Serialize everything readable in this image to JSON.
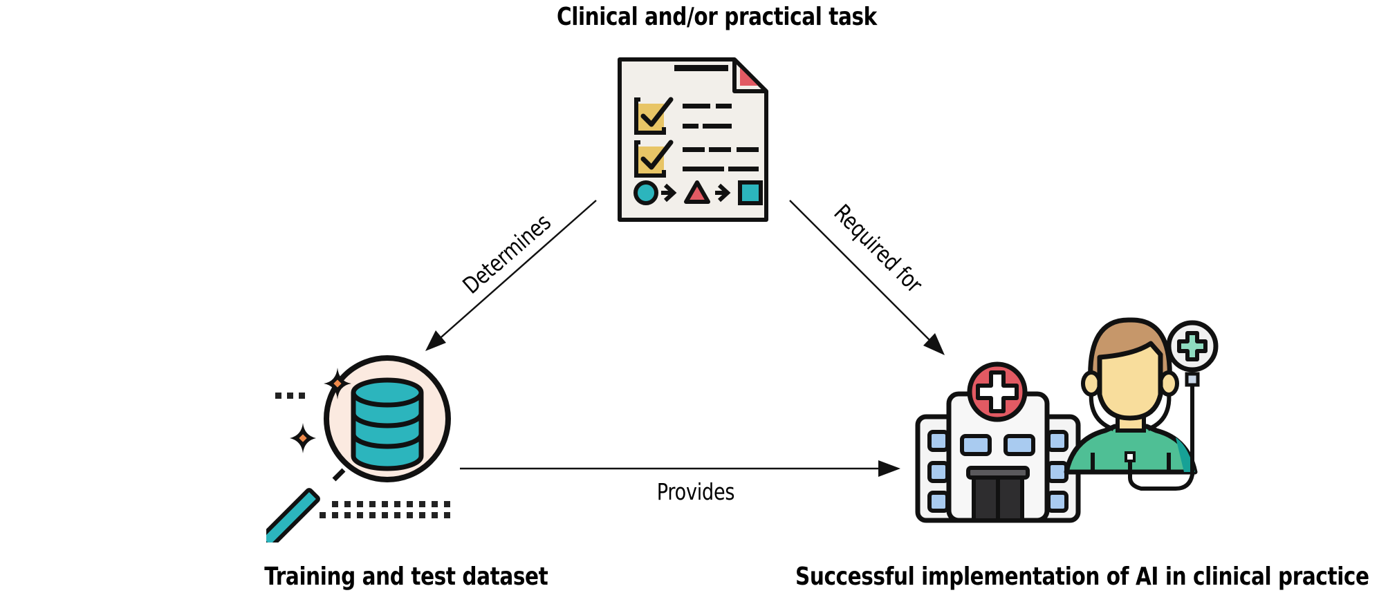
{
  "nodes": {
    "task": {
      "label": "Clinical and/or practical task",
      "icon": "checklist-icon"
    },
    "dataset": {
      "label": "Training and test dataset",
      "icon": "database-magnifier-icon"
    },
    "implementation": {
      "label": "Successful implementation of AI in clinical practice",
      "icon": "hospital-doctor-icon"
    }
  },
  "edges": [
    {
      "from": "task",
      "to": "dataset",
      "label": "Determines"
    },
    {
      "from": "task",
      "to": "implementation",
      "label": "Required for"
    },
    {
      "from": "dataset",
      "to": "implementation",
      "label": "Provides"
    }
  ],
  "colors": {
    "outline": "#111111",
    "paper": "#f2efea",
    "check_yellow": "#e8c566",
    "accent_red": "#e25a63",
    "teal": "#2cb5bd",
    "peach": "#fbeae0",
    "sparkle_orange": "#f08a4b",
    "window_blue": "#a9cbf0",
    "door_dark": "#2e2d2f",
    "scrubs_green": "#4fbf95",
    "scrubs_dark": "#17a196",
    "hair": "#c6976a",
    "skin": "#f8dd9c",
    "stetho_cross": "#8fdcc0"
  }
}
